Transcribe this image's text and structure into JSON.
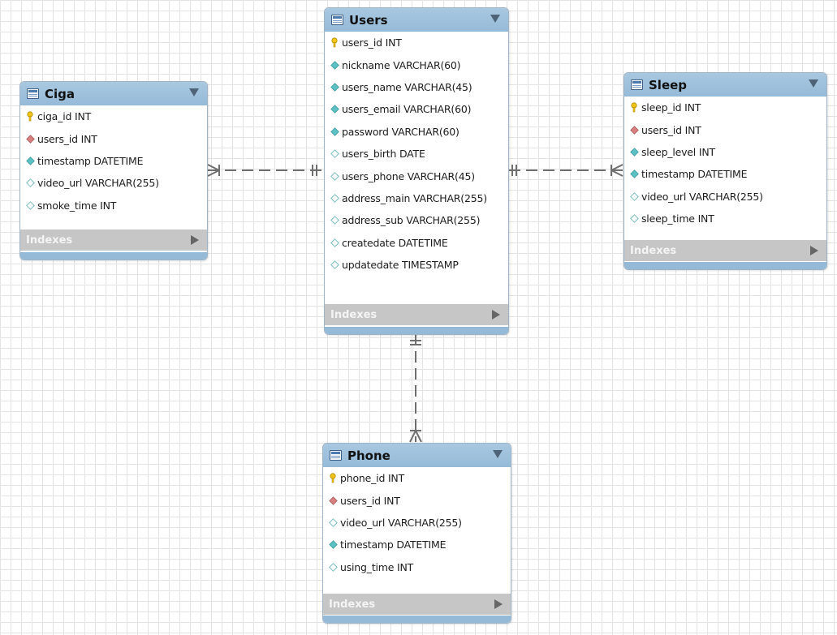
{
  "colors": {
    "header": "#95bad8",
    "indexes_bar": "#c6c6c6",
    "key_icon": "#f2c318",
    "foreign_key_icon": "#d97f7f",
    "indexed_icon": "#5cc1c4",
    "connector": "#6f6f6f"
  },
  "tables": {
    "users": {
      "title": "Users",
      "indexes_label": "Indexes",
      "columns": [
        {
          "text": "users_id INT",
          "icon": "primary-key-icon"
        },
        {
          "text": "nickname VARCHAR(60)",
          "icon": "indexed-column-icon"
        },
        {
          "text": "users_name VARCHAR(45)",
          "icon": "indexed-column-icon"
        },
        {
          "text": "users_email VARCHAR(60)",
          "icon": "indexed-column-icon"
        },
        {
          "text": "password VARCHAR(60)",
          "icon": "indexed-column-icon"
        },
        {
          "text": "users_birth DATE",
          "icon": "nullable-column-icon"
        },
        {
          "text": "users_phone VARCHAR(45)",
          "icon": "nullable-column-icon"
        },
        {
          "text": "address_main VARCHAR(255)",
          "icon": "nullable-column-icon"
        },
        {
          "text": "address_sub VARCHAR(255)",
          "icon": "nullable-column-icon"
        },
        {
          "text": "createdate DATETIME",
          "icon": "nullable-column-icon"
        },
        {
          "text": "updatedate TIMESTAMP",
          "icon": "nullable-column-icon"
        }
      ]
    },
    "ciga": {
      "title": "Ciga",
      "indexes_label": "Indexes",
      "columns": [
        {
          "text": "ciga_id INT",
          "icon": "primary-key-icon"
        },
        {
          "text": "users_id INT",
          "icon": "foreign-key-icon"
        },
        {
          "text": "timestamp DATETIME",
          "icon": "indexed-column-icon"
        },
        {
          "text": "video_url VARCHAR(255)",
          "icon": "nullable-column-icon"
        },
        {
          "text": "smoke_time INT",
          "icon": "nullable-column-icon"
        }
      ]
    },
    "sleep": {
      "title": "Sleep",
      "indexes_label": "Indexes",
      "columns": [
        {
          "text": "sleep_id INT",
          "icon": "primary-key-icon"
        },
        {
          "text": "users_id INT",
          "icon": "foreign-key-icon"
        },
        {
          "text": "sleep_level INT",
          "icon": "indexed-column-icon"
        },
        {
          "text": "timestamp DATETIME",
          "icon": "indexed-column-icon"
        },
        {
          "text": "video_url VARCHAR(255)",
          "icon": "nullable-column-icon"
        },
        {
          "text": "sleep_time INT",
          "icon": "nullable-column-icon"
        }
      ]
    },
    "phone": {
      "title": "Phone",
      "indexes_label": "Indexes",
      "columns": [
        {
          "text": "phone_id INT",
          "icon": "primary-key-icon"
        },
        {
          "text": "users_id INT",
          "icon": "foreign-key-icon"
        },
        {
          "text": "video_url VARCHAR(255)",
          "icon": "nullable-column-icon"
        },
        {
          "text": "timestamp DATETIME",
          "icon": "indexed-column-icon"
        },
        {
          "text": "using_time INT",
          "icon": "nullable-column-icon"
        }
      ]
    }
  },
  "relationships": [
    {
      "from": "users",
      "to": "ciga",
      "from_cardinality": "one-and-only-one",
      "to_cardinality": "one-or-many",
      "style": "dashed"
    },
    {
      "from": "users",
      "to": "sleep",
      "from_cardinality": "one-and-only-one",
      "to_cardinality": "one-or-many",
      "style": "dashed"
    },
    {
      "from": "users",
      "to": "phone",
      "from_cardinality": "one-and-only-one",
      "to_cardinality": "one-or-many",
      "style": "dashed"
    }
  ]
}
